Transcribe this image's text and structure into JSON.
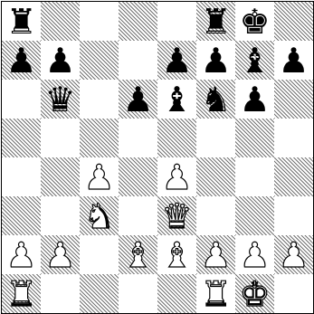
{
  "board": {
    "orientation": "white-bottom",
    "colors": {
      "light": "#ffffff",
      "dark_hatch": "#000000"
    },
    "pieces": [
      {
        "square": "a8",
        "color": "black",
        "type": "rook",
        "glyph": "♜"
      },
      {
        "square": "f8",
        "color": "black",
        "type": "rook",
        "glyph": "♜"
      },
      {
        "square": "g8",
        "color": "black",
        "type": "king",
        "glyph": "♚"
      },
      {
        "square": "a7",
        "color": "black",
        "type": "pawn",
        "glyph": "♟"
      },
      {
        "square": "b7",
        "color": "black",
        "type": "pawn",
        "glyph": "♟"
      },
      {
        "square": "e7",
        "color": "black",
        "type": "pawn",
        "glyph": "♟"
      },
      {
        "square": "f7",
        "color": "black",
        "type": "pawn",
        "glyph": "♟"
      },
      {
        "square": "g7",
        "color": "black",
        "type": "bishop",
        "glyph": "♝"
      },
      {
        "square": "h7",
        "color": "black",
        "type": "pawn",
        "glyph": "♟"
      },
      {
        "square": "b6",
        "color": "black",
        "type": "queen",
        "glyph": "♛"
      },
      {
        "square": "d6",
        "color": "black",
        "type": "pawn",
        "glyph": "♟"
      },
      {
        "square": "e6",
        "color": "black",
        "type": "bishop",
        "glyph": "♝"
      },
      {
        "square": "f6",
        "color": "black",
        "type": "knight",
        "glyph": "♞"
      },
      {
        "square": "g6",
        "color": "black",
        "type": "pawn",
        "glyph": "♟"
      },
      {
        "square": "c4",
        "color": "white",
        "type": "pawn",
        "glyph": "♟"
      },
      {
        "square": "e4",
        "color": "white",
        "type": "pawn",
        "glyph": "♟"
      },
      {
        "square": "c3",
        "color": "white",
        "type": "knight",
        "glyph": "♞"
      },
      {
        "square": "e3",
        "color": "white",
        "type": "queen",
        "glyph": "♛"
      },
      {
        "square": "a2",
        "color": "white",
        "type": "pawn",
        "glyph": "♟"
      },
      {
        "square": "b2",
        "color": "white",
        "type": "pawn",
        "glyph": "♟"
      },
      {
        "square": "d2",
        "color": "white",
        "type": "bishop",
        "glyph": "♝"
      },
      {
        "square": "e2",
        "color": "white",
        "type": "bishop",
        "glyph": "♝"
      },
      {
        "square": "f2",
        "color": "white",
        "type": "pawn",
        "glyph": "♟"
      },
      {
        "square": "g2",
        "color": "white",
        "type": "pawn",
        "glyph": "♟"
      },
      {
        "square": "h2",
        "color": "white",
        "type": "pawn",
        "glyph": "♟"
      },
      {
        "square": "a1",
        "color": "white",
        "type": "rook",
        "glyph": "♜"
      },
      {
        "square": "f1",
        "color": "white",
        "type": "rook",
        "glyph": "♜"
      },
      {
        "square": "g1",
        "color": "white",
        "type": "king",
        "glyph": "♚"
      }
    ]
  }
}
